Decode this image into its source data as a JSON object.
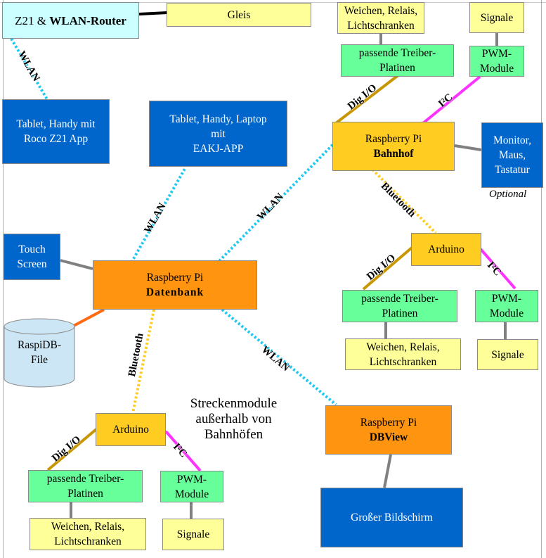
{
  "diagram": {
    "nodes": {
      "router": {
        "label": "Z21 & ",
        "label_bold": "WLAN-Router"
      },
      "gleis": {
        "label": "Gleis"
      },
      "tablet_roco": {
        "label": "Tablet, Handy mit\nRoco Z21 App"
      },
      "tablet_eakj": {
        "label": "Tablet, Handy, Laptop\nmit\nEAKJ-APP"
      },
      "touch_screen": {
        "label": "Touch\nScreen"
      },
      "rpi_datenbank": {
        "label": "Raspberry Pi",
        "label_bold": "Datenbank"
      },
      "raspidb_file": {
        "label": "RaspiDB-\nFile"
      },
      "rpi_bahnhof": {
        "label": "Raspberry Pi",
        "label_bold": "Bahnhof"
      },
      "monitor": {
        "label": "Monitor,\nMaus,\nTastatur",
        "note": "Optional"
      },
      "bhf_weichen": {
        "label": "Weichen, Relais,\nLichtschranken"
      },
      "bhf_signale": {
        "label": "Signale"
      },
      "bhf_treiber": {
        "label": "passende Treiber-\nPlatinen"
      },
      "bhf_pwm": {
        "label": "PWM-\nModule"
      },
      "bhf_arduino": {
        "label": "Arduino"
      },
      "bhf_ard_treiber": {
        "label": "passende Treiber-\nPlatinen"
      },
      "bhf_ard_pwm": {
        "label": "PWM-\nModule"
      },
      "bhf_ard_weichen": {
        "label": "Weichen, Relais,\nLichtschranken"
      },
      "bhf_ard_signale": {
        "label": "Signale"
      },
      "rpi_dbview": {
        "label": "Raspberry Pi",
        "label_bold": "DBView"
      },
      "grosser_bildschirm": {
        "label": "Großer Bildschirm"
      },
      "str_arduino": {
        "label": "Arduino"
      },
      "str_treiber": {
        "label": "passende Treiber-\nPlatinen"
      },
      "str_pwm": {
        "label": "PWM-\nModule"
      },
      "str_weichen": {
        "label": "Weichen, Relais,\nLichtschranken"
      },
      "str_signale": {
        "label": "Signale"
      }
    },
    "annotation": "Streckenmodule\naußerhalb von\nBahnhöfen",
    "link_labels": {
      "wlan": "WLAN",
      "bluetooth": "Bluetooth",
      "dig_io": "Dig I/O",
      "i2c": "I²C"
    },
    "colors": {
      "wlan": "#1ec8f0",
      "bluetooth": "#ffcc22",
      "dig_io": "#c89600",
      "i2c": "#ff33ff",
      "wired": "#808080",
      "db_link": "#ff6a13",
      "router_gleis": "#000000"
    }
  }
}
